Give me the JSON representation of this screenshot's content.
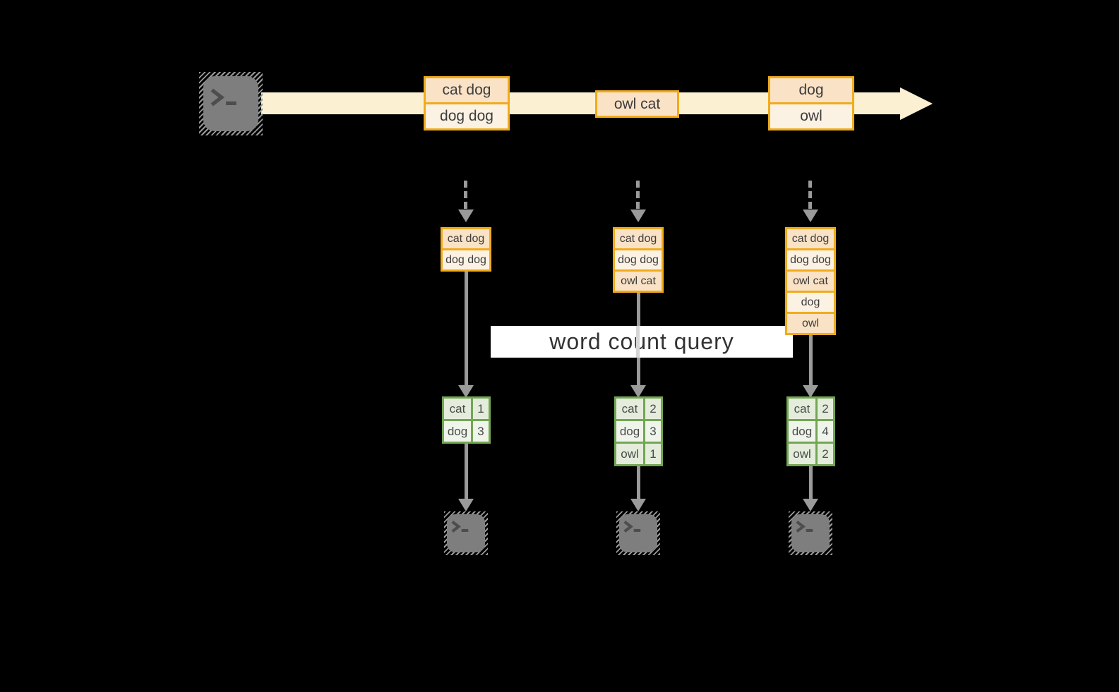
{
  "query_label": "word count query",
  "stream": {
    "source_icon": "terminal-icon",
    "events": [
      {
        "lines": [
          "cat dog",
          "dog dog"
        ]
      },
      {
        "lines": [
          "owl cat"
        ]
      },
      {
        "lines": [
          "dog",
          "owl"
        ]
      }
    ]
  },
  "columns": [
    {
      "state": [
        "cat dog",
        "dog dog"
      ],
      "counts": [
        {
          "word": "cat",
          "count": "1"
        },
        {
          "word": "dog",
          "count": "3"
        }
      ],
      "sink_icon": "terminal-icon"
    },
    {
      "state": [
        "cat dog",
        "dog dog",
        "owl cat"
      ],
      "counts": [
        {
          "word": "cat",
          "count": "2"
        },
        {
          "word": "dog",
          "count": "3"
        },
        {
          "word": "owl",
          "count": "1"
        }
      ],
      "sink_icon": "terminal-icon"
    },
    {
      "state": [
        "cat dog",
        "dog dog",
        "owl cat",
        "dog",
        "owl"
      ],
      "counts": [
        {
          "word": "cat",
          "count": "2"
        },
        {
          "word": "dog",
          "count": "4"
        },
        {
          "word": "owl",
          "count": "2"
        }
      ],
      "sink_icon": "terminal-icon"
    }
  ],
  "palette": {
    "background": "#000000",
    "stream_band": "#FBF1D2",
    "event_border": "#F0AB1C",
    "event_fill_dark": "#FAE2C6",
    "event_fill_light": "#FCF2E4",
    "table_border": "#73A653",
    "table_fill_dark": "#E4EDDC",
    "table_fill_light": "#F0F5EB",
    "arrow_gray": "#9A9A9A",
    "terminal_gray": "#7E7E7E",
    "banner_bg": "#FFFFFF"
  }
}
